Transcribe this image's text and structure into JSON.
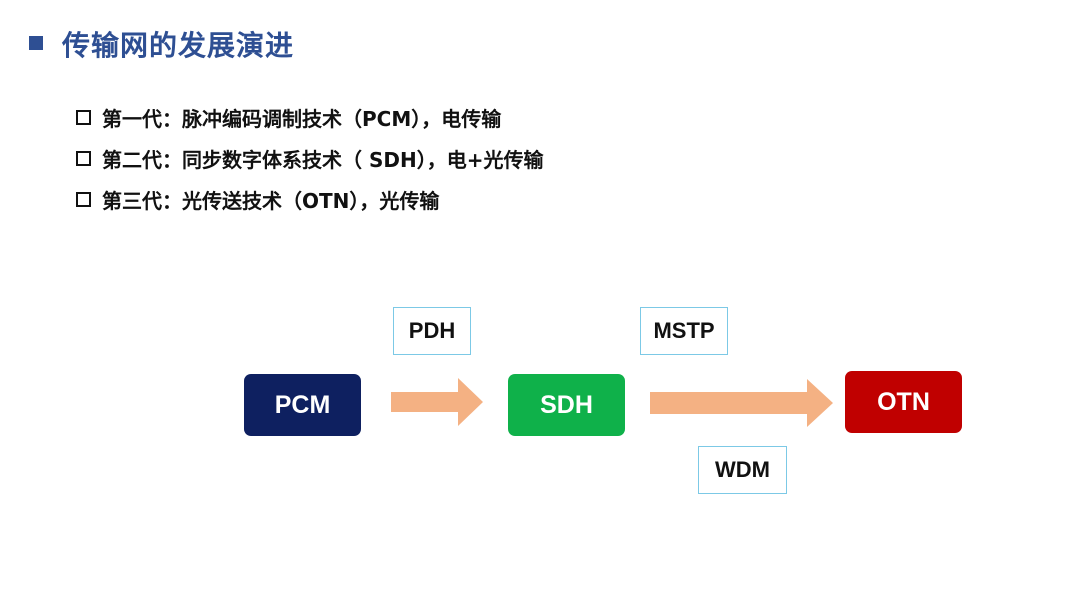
{
  "header": {
    "title": "传输网的发展演进"
  },
  "bullets": [
    {
      "text": "第一代：脉冲编码调制技术（PCM），电传输"
    },
    {
      "text": "第二代：同步数字体系技术（ SDH），电+光传输"
    },
    {
      "text": "第三代：光传送技术（OTN），光传输"
    }
  ],
  "diagram": {
    "nodes": [
      {
        "label": "PCM",
        "color": "#0e2060"
      },
      {
        "label": "SDH",
        "color": "#0fb14a"
      },
      {
        "label": "OTN",
        "color": "#c00000"
      }
    ],
    "edge_labels": {
      "pcm_to_sdh": "PDH",
      "sdh_to_otn_above": "MSTP",
      "sdh_to_otn_below": "WDM"
    },
    "arrow_color": "#f4b183",
    "label_border_color": "#7cc9e6"
  }
}
